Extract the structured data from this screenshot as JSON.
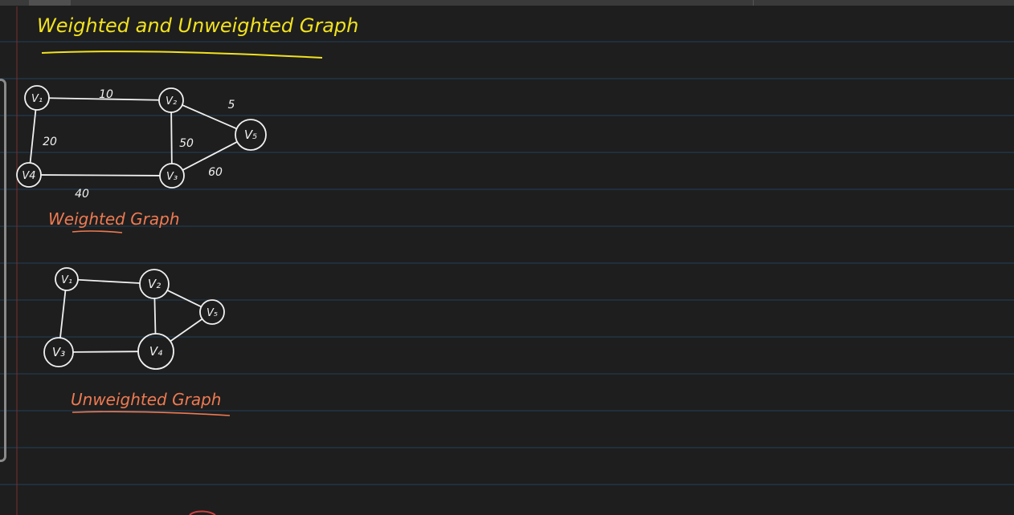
{
  "page": {
    "title": "Weighted and Unweighted Graph",
    "title_color": "#f2e21e",
    "background": "#1e1e1e",
    "rule_color": "#23405a",
    "margin_color": "#7a2f2f",
    "ink_white": "#f0f0f0",
    "ink_orange": "#ee7a52"
  },
  "weighted": {
    "caption": "Weighted Graph",
    "nodes": [
      {
        "id": "V1",
        "label": "V₁"
      },
      {
        "id": "V2",
        "label": "V₂"
      },
      {
        "id": "V5",
        "label": "V₅"
      },
      {
        "id": "V4",
        "label": "V4"
      },
      {
        "id": "V3",
        "label": "V₃"
      }
    ],
    "edges": [
      {
        "from": "V1",
        "to": "V2",
        "weight": "10"
      },
      {
        "from": "V2",
        "to": "V5",
        "weight": "5"
      },
      {
        "from": "V1",
        "to": "V4",
        "weight": "20"
      },
      {
        "from": "V2",
        "to": "V3",
        "weight": "50"
      },
      {
        "from": "V5",
        "to": "V3",
        "weight": "60"
      },
      {
        "from": "V4",
        "to": "V3",
        "weight": "40"
      }
    ]
  },
  "unweighted": {
    "caption": "Unweighted Graph",
    "nodes": [
      {
        "id": "V1",
        "label": "V₁"
      },
      {
        "id": "V2",
        "label": "V₂"
      },
      {
        "id": "V5",
        "label": "V₅"
      },
      {
        "id": "V3",
        "label": "V₃"
      },
      {
        "id": "V4",
        "label": "V₄"
      }
    ],
    "edges": [
      {
        "from": "V1",
        "to": "V2"
      },
      {
        "from": "V2",
        "to": "V5"
      },
      {
        "from": "V1",
        "to": "V3"
      },
      {
        "from": "V2",
        "to": "V4"
      },
      {
        "from": "V3",
        "to": "V4"
      },
      {
        "from": "V5",
        "to": "V4"
      }
    ]
  }
}
